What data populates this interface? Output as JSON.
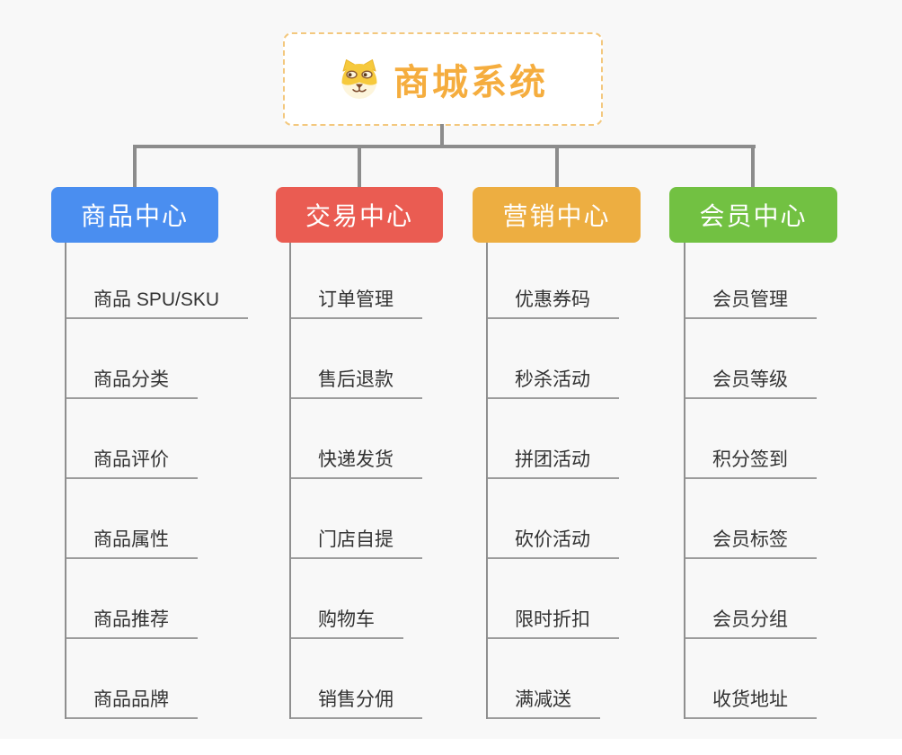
{
  "root": {
    "title": "商城系统",
    "icon": "dog-face-icon"
  },
  "branches": [
    {
      "label": "商品中心",
      "color": "#4a8ef0",
      "children": [
        "商品 SPU/SKU",
        "商品分类",
        "商品评价",
        "商品属性",
        "商品推荐",
        "商品品牌"
      ]
    },
    {
      "label": "交易中心",
      "color": "#ea5c52",
      "children": [
        "订单管理",
        "售后退款",
        "快递发货",
        "门店自提",
        "购物车",
        "销售分佣"
      ]
    },
    {
      "label": "营销中心",
      "color": "#edae41",
      "children": [
        "优惠券码",
        "秒杀活动",
        "拼团活动",
        "砍价活动",
        "限时折扣",
        "满减送"
      ]
    },
    {
      "label": "会员中心",
      "color": "#72c142",
      "children": [
        "会员管理",
        "会员等级",
        "积分签到",
        "会员标签",
        "会员分组",
        "收货地址"
      ]
    }
  ],
  "colors": {
    "background": "#f8f8f8",
    "root_text": "#f5ad3e",
    "root_border": "#f3c87e",
    "connector": "#8c8c8c",
    "child_line": "#9c9c9c",
    "child_text": "#333333"
  }
}
